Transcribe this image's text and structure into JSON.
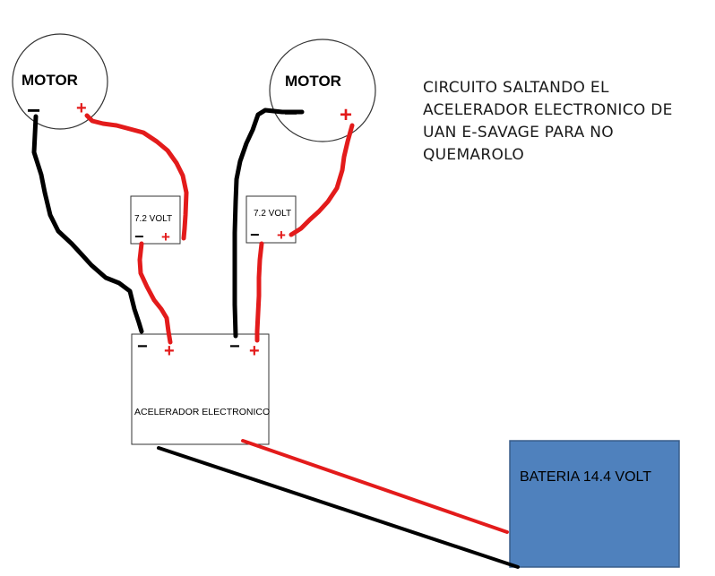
{
  "motors": [
    {
      "label": "MOTOR",
      "neg": "−",
      "pos": "+"
    },
    {
      "label": "MOTOR",
      "neg": "−",
      "pos": "+"
    }
  ],
  "packs": [
    {
      "label": "7.2 VOLT",
      "neg": "−",
      "pos": "+"
    },
    {
      "label": "7.2 VOLT",
      "neg": "−",
      "pos": "+"
    }
  ],
  "esc": {
    "label": "ACELERADOR ELECTRONICO",
    "terminals": [
      "−",
      "+",
      "−",
      "+"
    ]
  },
  "battery": {
    "label": "BATERIA 14.4 VOLT",
    "fill": "#4f81bd",
    "stroke": "#385d8a"
  },
  "description": [
    "CIRCUITO SALTANDO EL",
    "ACELERADOR ELECTRONICO DE",
    "UAN E-SAVAGE PARA NO",
    "QUEMAROLO"
  ],
  "colors": {
    "positive_wire": "#e31b1b",
    "negative_wire": "#000000",
    "terminal_positive": "#e31b1b",
    "terminal_negative": "#000000"
  }
}
